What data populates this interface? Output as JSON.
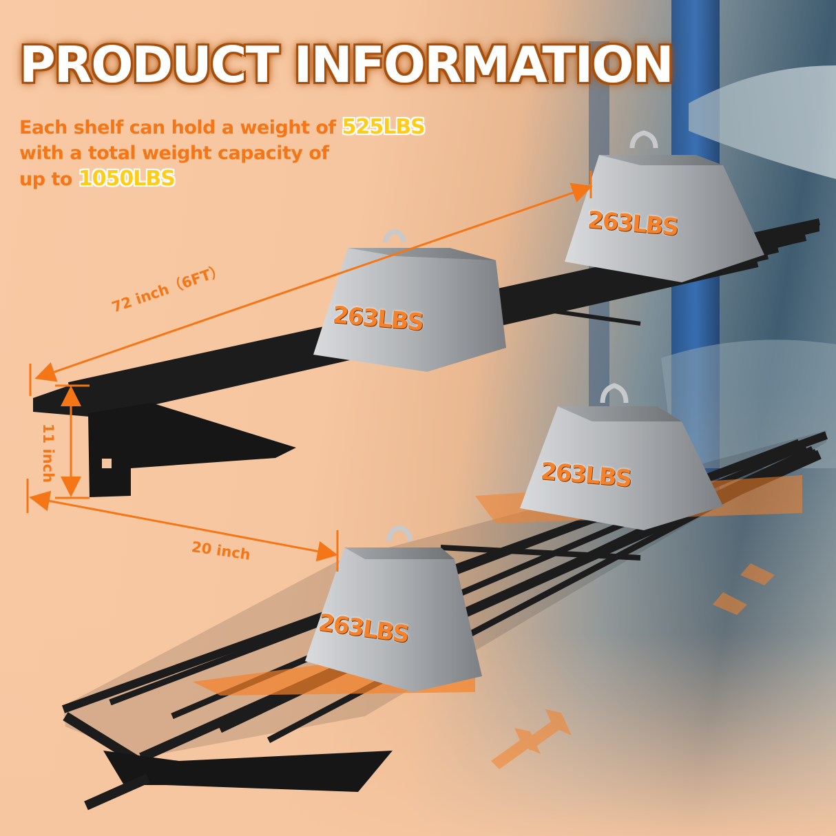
{
  "title": "PRODUCT INFORMATION",
  "description": {
    "line1_prefix": "Each shelf can hold a weight of ",
    "line1_highlight": "525LBS",
    "line2": "with a total weight capacity of",
    "line3_prefix": "up to ",
    "line3_highlight": "1050LBS"
  },
  "dimensions": {
    "length": "72 inch（6FT）",
    "height": "11 inch",
    "depth": "20 inch"
  },
  "weights": [
    {
      "label": "263LBS",
      "position": "upper-shelf-left"
    },
    {
      "label": "263LBS",
      "position": "upper-shelf-right"
    },
    {
      "label": "263LBS",
      "position": "lower-shelf-right"
    },
    {
      "label": "263LBS",
      "position": "lower-shelf-left"
    }
  ],
  "colors": {
    "accent_orange": "#f57617",
    "highlight_yellow": "#ffcc1a",
    "title_outline": "#a8520f",
    "shelf_black": "#1c1c1c",
    "weight_silver": "#b8bbbe"
  }
}
